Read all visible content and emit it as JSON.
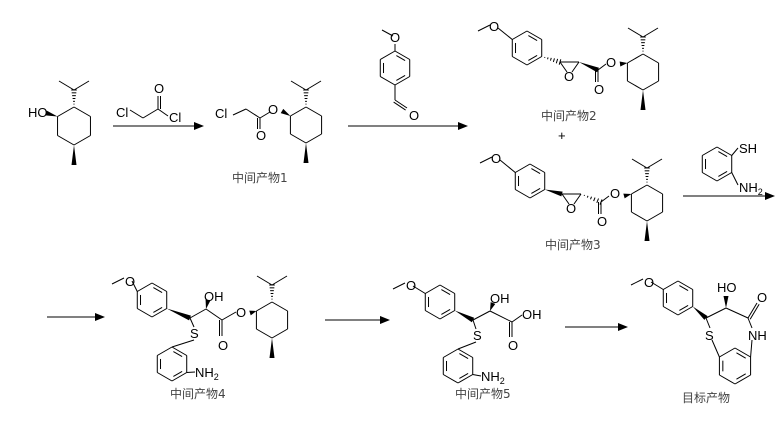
{
  "atoms": {
    "HO": "HO",
    "OH": "OH",
    "O": "O",
    "Cl": "Cl",
    "S": "S",
    "SH": "SH",
    "NH": "NH",
    "sub2": "2",
    "plus": "+"
  },
  "labels": {
    "int1": "中间产物1",
    "int2": "中间产物2",
    "int3": "中间产物3",
    "int4": "中间产物4",
    "int5": "中间产物5",
    "target": "目标产物"
  }
}
